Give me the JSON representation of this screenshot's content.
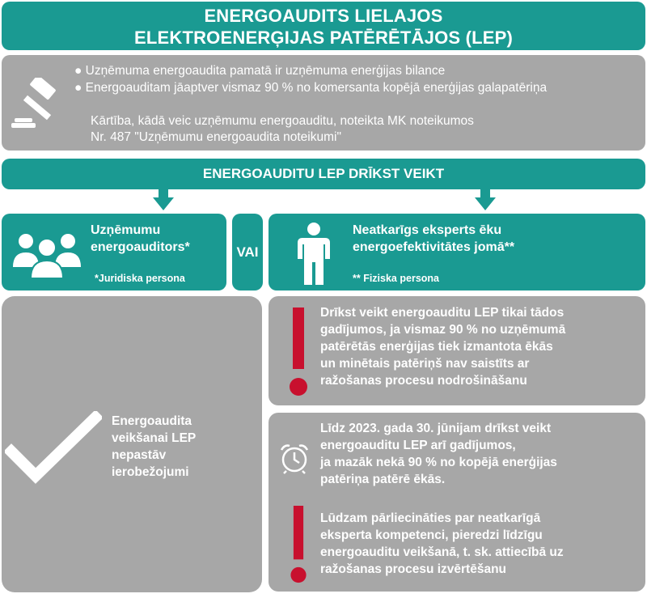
{
  "title": {
    "line1": "ENERGOAUDITS LIELAJOS",
    "line2": "ELEKTROENERĢIJAS PATĒRĒTĀJOS (LEP)"
  },
  "info": {
    "bullet1": "● Uzņēmuma energoaudita pamatā ir uzņēmuma enerģijas bilance",
    "bullet2": "● Energoauditam jāaptver vismaz 90 % no komersanta kopējā enerģijas galapatēriņa",
    "text_line1": "Kārtība, kādā veic uzņēmumu energoauditu, noteikta MK noteikumos",
    "text_line2": "Nr. 487 \"Uzņēmumu energoaudita noteikumi\""
  },
  "bar": {
    "label": "ENERGOAUDITU LEP DRĪKST VEIKT"
  },
  "left_option": {
    "line1": "Uzņēmumu",
    "line2": "energoauditors*",
    "note": "*Juridiska persona"
  },
  "or_label": "VAI",
  "right_option": {
    "line1": "Neatkarīgs eksperts ēku",
    "line2": "energoefektivitātes jomā**",
    "note": "** Fiziska persona"
  },
  "left_result": {
    "lines": [
      "Energoaudita",
      "veikšanai LEP",
      "nepastāv",
      "ierobežojumi"
    ]
  },
  "right_warning": {
    "lines": [
      "Drīkst veikt energoauditu LEP tikai tādos",
      "gadījumos, ja vismaz 90 % no uzņēmumā",
      "patērētās enerģijas tiek izmantota ēkās",
      "un minētais patēriņš nav saistīts ar",
      "ražošanas procesu nodrošināšanu"
    ]
  },
  "right_deadline": {
    "lines": [
      "Līdz 2023. gada 30. jūnijam drīkst veikt",
      "energoauditu LEP arī gadījumos,",
      "ja mazāk nekā 90 % no kopējā enerģijas",
      "patēriņa patērē ēkās."
    ]
  },
  "right_note": {
    "lines": [
      "Lūdzam pārliecināties par neatkarīgā",
      "eksperta kompetenci, pieredzi līdzīgu",
      "energoauditu veikšanā, t. sk. attiecībā uz",
      "ražošanas procesu izvērtēšanu"
    ]
  },
  "icons": {
    "gavel": "gavel-icon",
    "group": "people-group-icon",
    "person": "person-icon",
    "check": "checkmark-icon",
    "exclamation": "exclamation-icon",
    "clock": "alarm-clock-icon"
  },
  "colors": {
    "teal": "#1a9a92",
    "grey": "#a7a7a7",
    "red": "#c8102e"
  }
}
